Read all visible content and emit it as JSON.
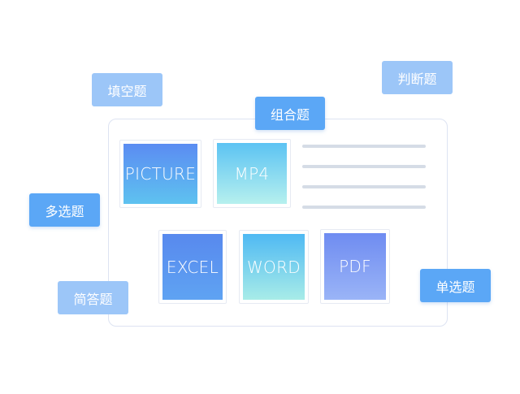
{
  "tags": {
    "fill_blank": "填空题",
    "true_false": "判断题",
    "combination": "组合题",
    "multiple_choice": "多选题",
    "short_answer": "简答题",
    "single_choice": "单选题"
  },
  "files": {
    "picture": "PICTURE",
    "mp4": "MP4",
    "excel": "EXCEL",
    "word": "WORD",
    "pdf": "PDF"
  },
  "colors": {
    "tag_light": "#9cc6f8",
    "tag_strong": "#5ba7f6",
    "panel_border": "#dde3f2",
    "text_line": "#d5dce6"
  }
}
